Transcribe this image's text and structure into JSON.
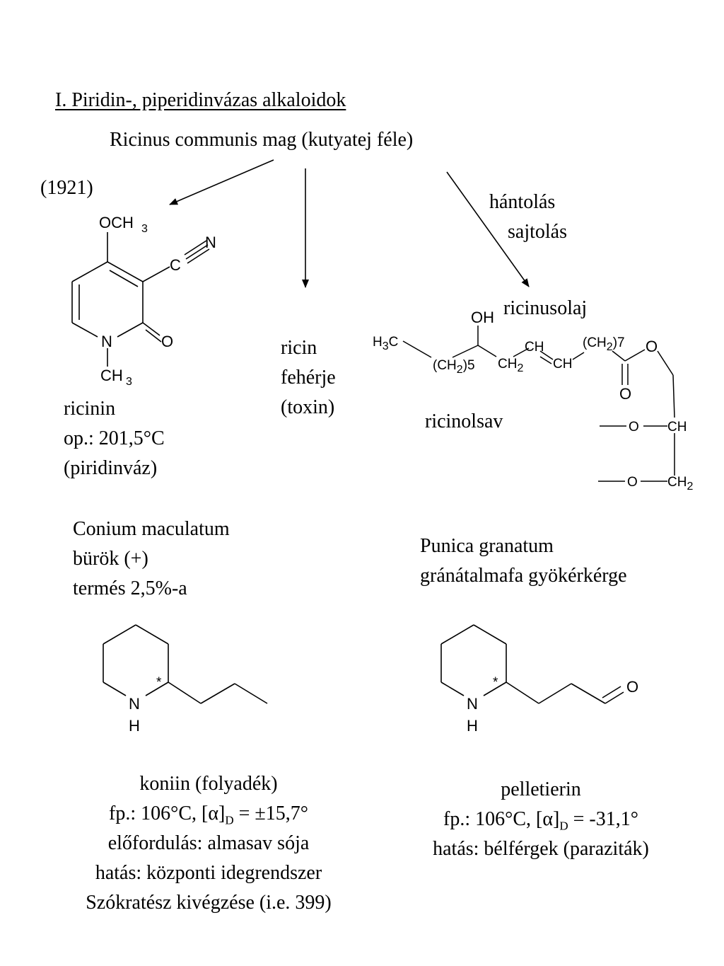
{
  "heading": "I. Piridin-, piperidinvázas alkaloidok",
  "source_plant": "Ricinus communis mag (kutyatej féle)",
  "year": "(1921)",
  "process": {
    "line1": "hántolás",
    "line2": "sajtolás"
  },
  "ricin": {
    "line1": "ricin",
    "line2": "fehérje",
    "line3": "(toxin)"
  },
  "ricinin": {
    "name": "ricinin",
    "mp": "op.: 201,5°C",
    "skeleton": "(piridinváz)",
    "atoms": {
      "methoxy_o": "OCH",
      "methoxy_sub": "3",
      "nitrile_c": "C",
      "nitrile_n": "N",
      "ring_n": "N",
      "carbonyl_o": "O",
      "n_methyl": "CH",
      "n_methyl_sub": "3"
    }
  },
  "ricinusolaj": {
    "label": "ricinusolaj",
    "acid_label": "ricinolsav",
    "atoms": {
      "oh": "OH",
      "h3c_pre": "H",
      "h3c_sub": "3",
      "h3c_post": "C",
      "ch2_5_pre": "(CH",
      "ch2_5_sub": "2",
      "ch2_5_post": ")5",
      "ch2_pre": "CH",
      "ch2_sub": "2",
      "ch_a": "CH",
      "ch_b": "CH",
      "ch2_7_pre": "(CH",
      "ch2_7_sub": "2",
      "ch2_7_post": ")7",
      "ester_o": "O",
      "carbonyl_o": "O",
      "glyc_o1": "O",
      "glyc_ch": "CH",
      "glyc_o2": "O",
      "glyc_ch2_pre": "CH",
      "glyc_ch2_sub": "2"
    }
  },
  "conium": {
    "line1": "Conium maculatum",
    "line2": "bürök (+)",
    "line3": "termés 2,5%-a"
  },
  "punica": {
    "line1": "Punica granatum",
    "line2": "gránátalmafa gyökérkérge"
  },
  "koniin": {
    "atoms": {
      "n": "N",
      "h": "H",
      "star": "*"
    },
    "name": "koniin (folyadék)",
    "bp_prefix": "fp.: 106°C, [α]",
    "bp_sub": "D",
    "bp_value": " = ±15,7°",
    "occurrence": "előfordulás: almasav sója",
    "effect": "hatás: központi idegrendszer",
    "history": "Szókratész kivégzése (i.e. 399)"
  },
  "pelletierin": {
    "atoms": {
      "n": "N",
      "h": "H",
      "star": "*",
      "o": "O"
    },
    "name": "pelletierin",
    "bp_prefix": "fp.: 106°C, [α]",
    "bp_sub": "D",
    "bp_value": " = -31,1°",
    "effect": "hatás: bélférgek (paraziták)"
  }
}
